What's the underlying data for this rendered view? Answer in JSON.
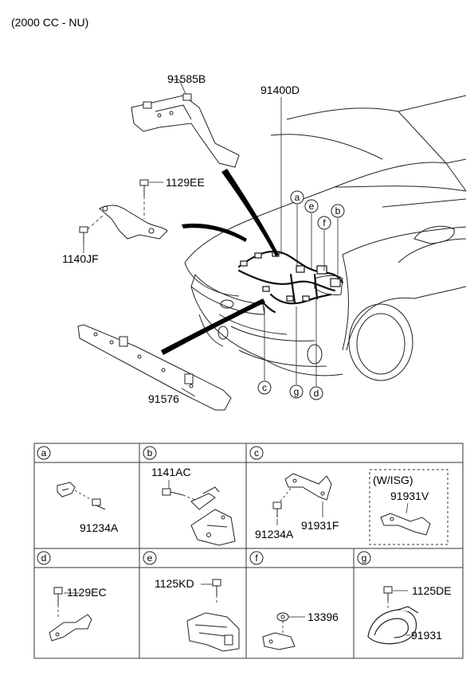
{
  "header": "(2000 CC - NU)",
  "main_diagram": {
    "labels": {
      "p91585B": "91585B",
      "p91400D": "91400D",
      "p1129EE": "1129EE",
      "p1140JF": "1140JF",
      "p91576": "91576"
    },
    "callouts": {
      "a": "a",
      "b": "b",
      "c": "c",
      "d": "d",
      "e": "e",
      "f": "f",
      "g": "g"
    }
  },
  "table": {
    "cells": [
      {
        "id": "a",
        "letter": "a",
        "parts": [
          "91234A"
        ]
      },
      {
        "id": "b",
        "letter": "b",
        "parts": [
          "1141AC"
        ]
      },
      {
        "id": "c",
        "letter": "c",
        "parts": [
          "91234A",
          "91931F"
        ],
        "variant": {
          "label": "(W/ISG)",
          "part": "91931V"
        }
      },
      {
        "id": "d",
        "letter": "d",
        "parts": [
          "1129EC"
        ]
      },
      {
        "id": "e",
        "letter": "e",
        "parts": [
          "1125KD"
        ]
      },
      {
        "id": "f",
        "letter": "f",
        "parts": [
          "13396"
        ]
      },
      {
        "id": "g",
        "letter": "g",
        "parts": [
          "1125DE",
          "91931"
        ]
      }
    ]
  }
}
